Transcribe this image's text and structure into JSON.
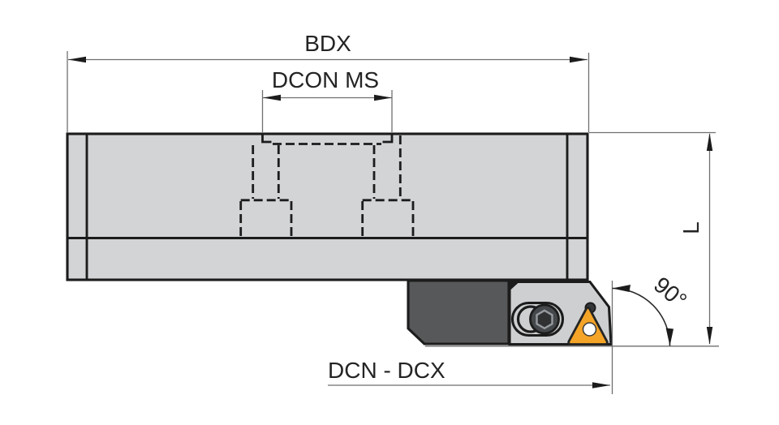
{
  "diagram": {
    "type": "engineering-drawing",
    "subject": "lathe-tool-holder-side-view",
    "labels": {
      "bdx": "BDX",
      "dcon_ms": "DCON MS",
      "l": "L",
      "angle": "90°",
      "dcn_dcx": "DCN - DCX"
    },
    "colors": {
      "background": "#ffffff",
      "body_fill": "#d3d4d6",
      "head_fill": "#cdcfd1",
      "block_fill": "#57585a",
      "insert_fill": "#f4a427",
      "screw_fill": "#45484b",
      "hex_fill": "#2f3133",
      "hex_edge": "#969a9e",
      "pin_fill": "#35373a",
      "hole_fill": "#ffffff",
      "outline": "#1c1c1c",
      "dim_line": "#6f6f6f",
      "text": "#242424"
    }
  }
}
